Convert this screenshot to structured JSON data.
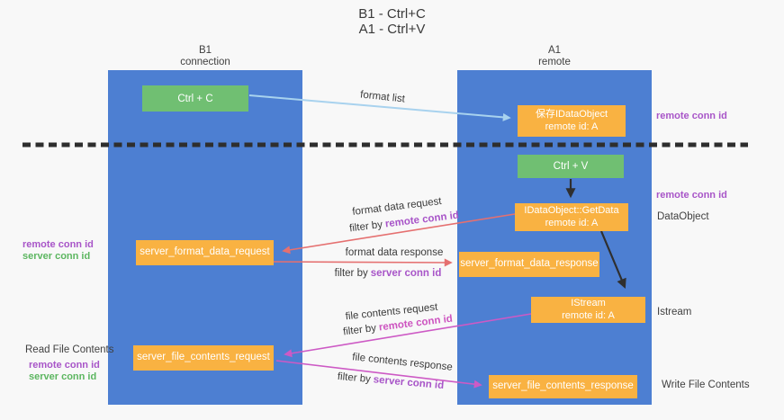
{
  "title": {
    "line1": "B1 - Ctrl+C",
    "line2": "A1 - Ctrl+V"
  },
  "lifelines": {
    "left": {
      "name": "B1",
      "role": "connection"
    },
    "right": {
      "name": "A1",
      "role": "remote"
    }
  },
  "boxes": {
    "ctrl_c": {
      "label": "Ctrl + C"
    },
    "ctrl_v": {
      "label": "Ctrl + V"
    },
    "save_idataobject": {
      "line1": "保存IDataObject",
      "line2": "remote id: A"
    },
    "idataobject_getdata": {
      "line1": "IDataObject::GetData",
      "line2": "remote id: A"
    },
    "istream": {
      "line1": "IStream",
      "line2": "remote id: A"
    },
    "server_format_data_request": {
      "label": "server_format_data_request"
    },
    "server_format_data_response": {
      "label": "server_format_data_response"
    },
    "server_file_contents_request": {
      "label": "server_file_contents_request"
    },
    "server_file_contents_response": {
      "label": "server_file_contents_response"
    }
  },
  "arrow_labels": {
    "format_list": "format list",
    "format_data_request": "format data request",
    "format_data_response": "format data response",
    "file_contents_request": "file contents request",
    "file_contents_response": "file contents response",
    "filter_by": "filter by"
  },
  "shared_labels": {
    "remote_conn_id": "remote conn id",
    "server_conn_id": "server conn id"
  },
  "side_labels": {
    "dataobject": "DataObject",
    "istream": "Istream",
    "read_file_contents": "Read File Contents",
    "write_file_contents": "Write File Contents"
  },
  "colors": {
    "background": "#f8f8f8",
    "lifeline_blue": "#4d7fd2",
    "box_green": "#70bf72",
    "box_orange": "#f9b242",
    "arrow_light_blue": "#a8d2ee",
    "arrow_red": "#e57070",
    "arrow_magenta": "#cd5ac5",
    "arrow_black": "#2f2f2f",
    "text_purple": "#a855c8",
    "text_pink": "#cd54c0",
    "text_green": "#5cb660",
    "text_dark": "#3f3f3f"
  }
}
